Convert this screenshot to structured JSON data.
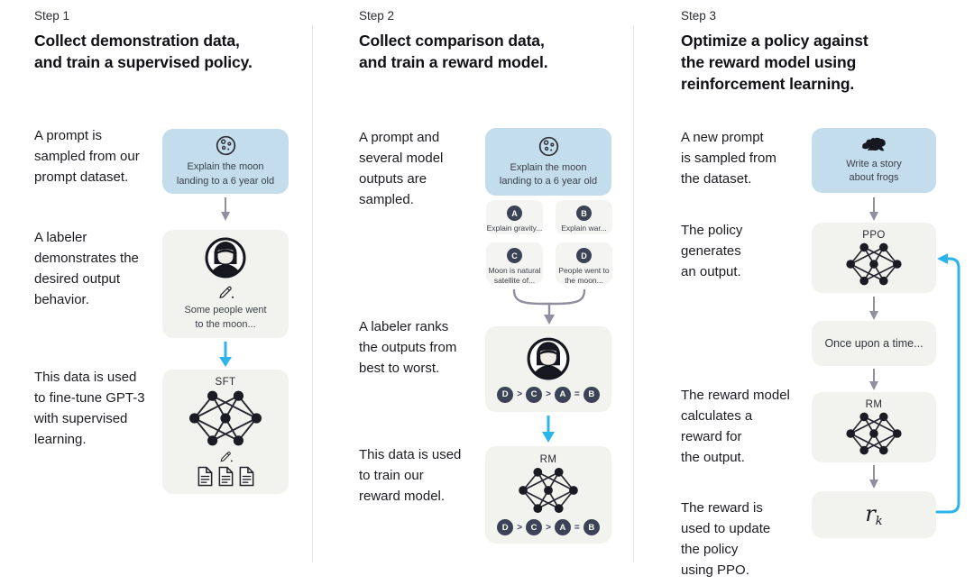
{
  "colors": {
    "prompt_box_blue": "#c3ddec",
    "model_box_gray": "#f2f2ef",
    "arrow_gray": "#908fa0",
    "arrow_blue": "#2cb4ea",
    "badge_dark": "#3d4356",
    "text_dark": "#101016",
    "divider": "#e5e5e5"
  },
  "icons": {
    "prompt_step12": "moon-icon",
    "prompt_step3": "frog-icon",
    "labeler": "person-icon",
    "writing": "pencil-icon",
    "model": "neural-network-icon",
    "data": "documents-icon"
  },
  "steps": [
    {
      "label": "Step 1",
      "title": "Collect demonstration data,\nand train a supervised policy."
    },
    {
      "label": "Step 2",
      "title": "Collect comparison data,\nand train a reward model."
    },
    {
      "label": "Step 3",
      "title": "Optimize a policy against\nthe reward model using\nreinforcement learning."
    }
  ],
  "col1": {
    "paragraphs": [
      "A prompt is\nsampled from our\nprompt dataset.",
      "A labeler\ndemonstrates the\ndesired output\nbehavior.",
      "This data is used\nto fine-tune GPT-3\nwith supervised\nlearning."
    ],
    "prompt_text": "Explain the moon\nlanding to a 6 year old",
    "labeler_text": "Some people went\nto the moon...",
    "model_label": "SFT"
  },
  "col2": {
    "paragraphs": [
      "A prompt and\nseveral model\noutputs are\nsampled.",
      "A labeler ranks\nthe outputs from\nbest to worst.",
      "This data is used\nto train our\nreward model."
    ],
    "prompt_text": "Explain the moon\nlanding to a 6 year old",
    "outputs": [
      {
        "letter": "A",
        "text": "Explain gravity..."
      },
      {
        "letter": "B",
        "text": "Explain war..."
      },
      {
        "letter": "C",
        "text": "Moon is natural\nsatellite of..."
      },
      {
        "letter": "D",
        "text": "People went to\nthe moon..."
      }
    ],
    "ranking_parts": [
      "D",
      ">",
      "C",
      ">",
      "A",
      "=",
      "B"
    ],
    "model_label": "RM"
  },
  "col3": {
    "paragraphs": [
      "A new prompt\nis sampled from\nthe dataset.",
      "The policy\ngenerates\nan output.",
      "The reward model\ncalculates a\nreward for\nthe output.",
      "The reward is\nused to update\nthe policy\nusing PPO."
    ],
    "prompt_text": "Write a story\nabout frogs",
    "policy_label": "PPO",
    "output_text": "Once upon a time...",
    "rm_label": "RM",
    "reward_symbol": "r",
    "reward_subscript": "k"
  }
}
